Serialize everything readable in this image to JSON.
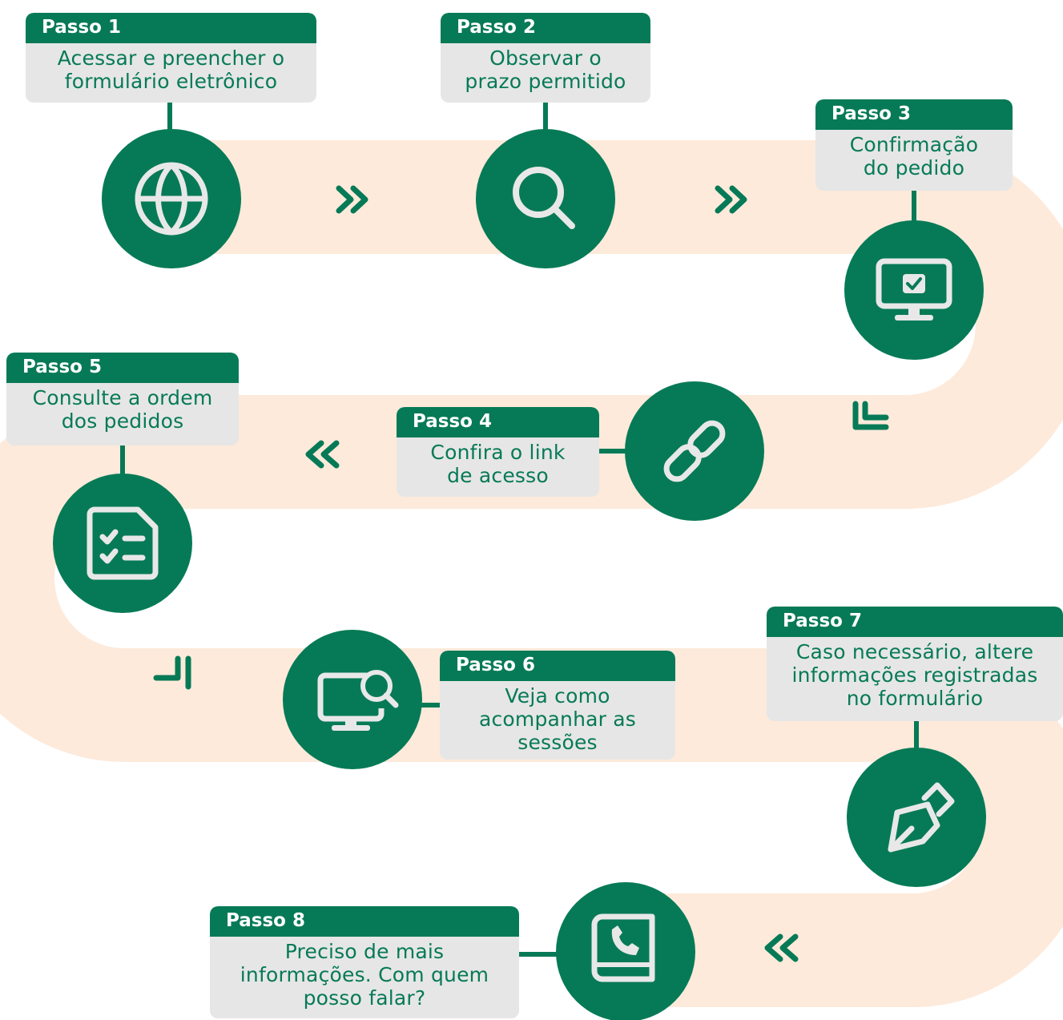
{
  "colors": {
    "green": "#067a56",
    "path": "#fdeadb",
    "card": "#e6e6e6",
    "icon": "#e8e8e8"
  },
  "steps": [
    {
      "label": "Passo 1",
      "text": "Acessar e preencher o\nformulário eletrônico",
      "icon": "globe-icon"
    },
    {
      "label": "Passo 2",
      "text": "Observar o\nprazo permitido",
      "icon": "search-icon"
    },
    {
      "label": "Passo 3",
      "text": "Confirmação\ndo pedido",
      "icon": "monitor-check-icon"
    },
    {
      "label": "Passo 4",
      "text": "Confira o link\nde acesso",
      "icon": "link-icon"
    },
    {
      "label": "Passo 5",
      "text": "Consulte a ordem\ndos pedidos",
      "icon": "checklist-icon"
    },
    {
      "label": "Passo 6",
      "text": "Veja como\nacompanhar as\nsessões",
      "icon": "monitor-search-icon"
    },
    {
      "label": "Passo 7",
      "text": "Caso necessário, altere\ninformações registradas\nno formulário",
      "icon": "pen-nib-icon"
    },
    {
      "label": "Passo 8",
      "text": "Preciso de mais\ninformações. Com quem\nposso falar?",
      "icon": "phone-book-icon"
    }
  ],
  "arrows": [
    {
      "glyph": "double-chevron-right"
    },
    {
      "glyph": "double-chevron-right"
    },
    {
      "glyph": "corner-arrow-down-left"
    },
    {
      "glyph": "double-chevron-left"
    },
    {
      "glyph": "corner-arrow-down-right"
    },
    {
      "glyph": "double-chevron-left"
    }
  ]
}
